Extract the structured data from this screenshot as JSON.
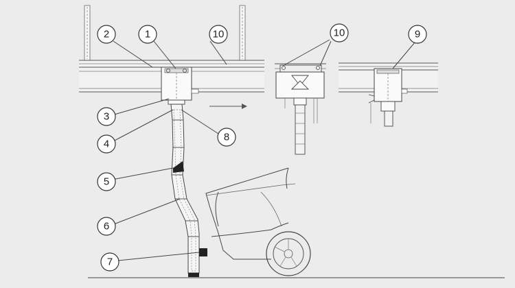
{
  "callouts": [
    {
      "id": "c2",
      "label": "2"
    },
    {
      "id": "c1",
      "label": "1"
    },
    {
      "id": "c10a",
      "label": "10"
    },
    {
      "id": "c3",
      "label": "3"
    },
    {
      "id": "c4",
      "label": "4"
    },
    {
      "id": "c8",
      "label": "8"
    },
    {
      "id": "c5",
      "label": "5"
    },
    {
      "id": "c6",
      "label": "6"
    },
    {
      "id": "c7",
      "label": "7"
    },
    {
      "id": "c10b",
      "label": "10"
    },
    {
      "id": "c9",
      "label": "9"
    }
  ]
}
